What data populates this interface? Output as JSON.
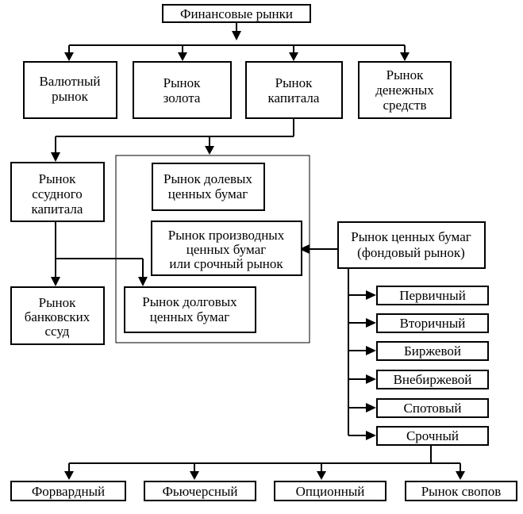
{
  "diagram": {
    "root": "Финансовые рынки",
    "level1": {
      "currency": [
        "Валютный",
        "рынок"
      ],
      "gold": [
        "Рынок",
        "золота"
      ],
      "capital": [
        "Рынок",
        "капитала"
      ],
      "money": [
        "Рынок",
        "денежных",
        "средств"
      ]
    },
    "loan_capital": [
      "Рынок",
      "ссудного",
      "капитала"
    ],
    "bank_loans": [
      "Рынок",
      "банковских",
      "ссуд"
    ],
    "equity": [
      "Рынок долевых",
      "ценных бумаг"
    ],
    "derivatives": [
      "Рынок производных",
      "ценных бумаг",
      "или срочный рынок"
    ],
    "debt": [
      "Рынок долговых",
      "ценных бумаг"
    ],
    "securities_market": [
      "Рынок ценных бумаг",
      "(фондовый рынок)"
    ],
    "segments": [
      "Первичный",
      "Вторичный",
      "Биржевой",
      "Внебиржевой",
      "Спотовый",
      "Срочный"
    ],
    "forward_types": [
      "Форвардный",
      "Фьючерсный",
      "Опционный",
      "Рынок свопов"
    ]
  }
}
